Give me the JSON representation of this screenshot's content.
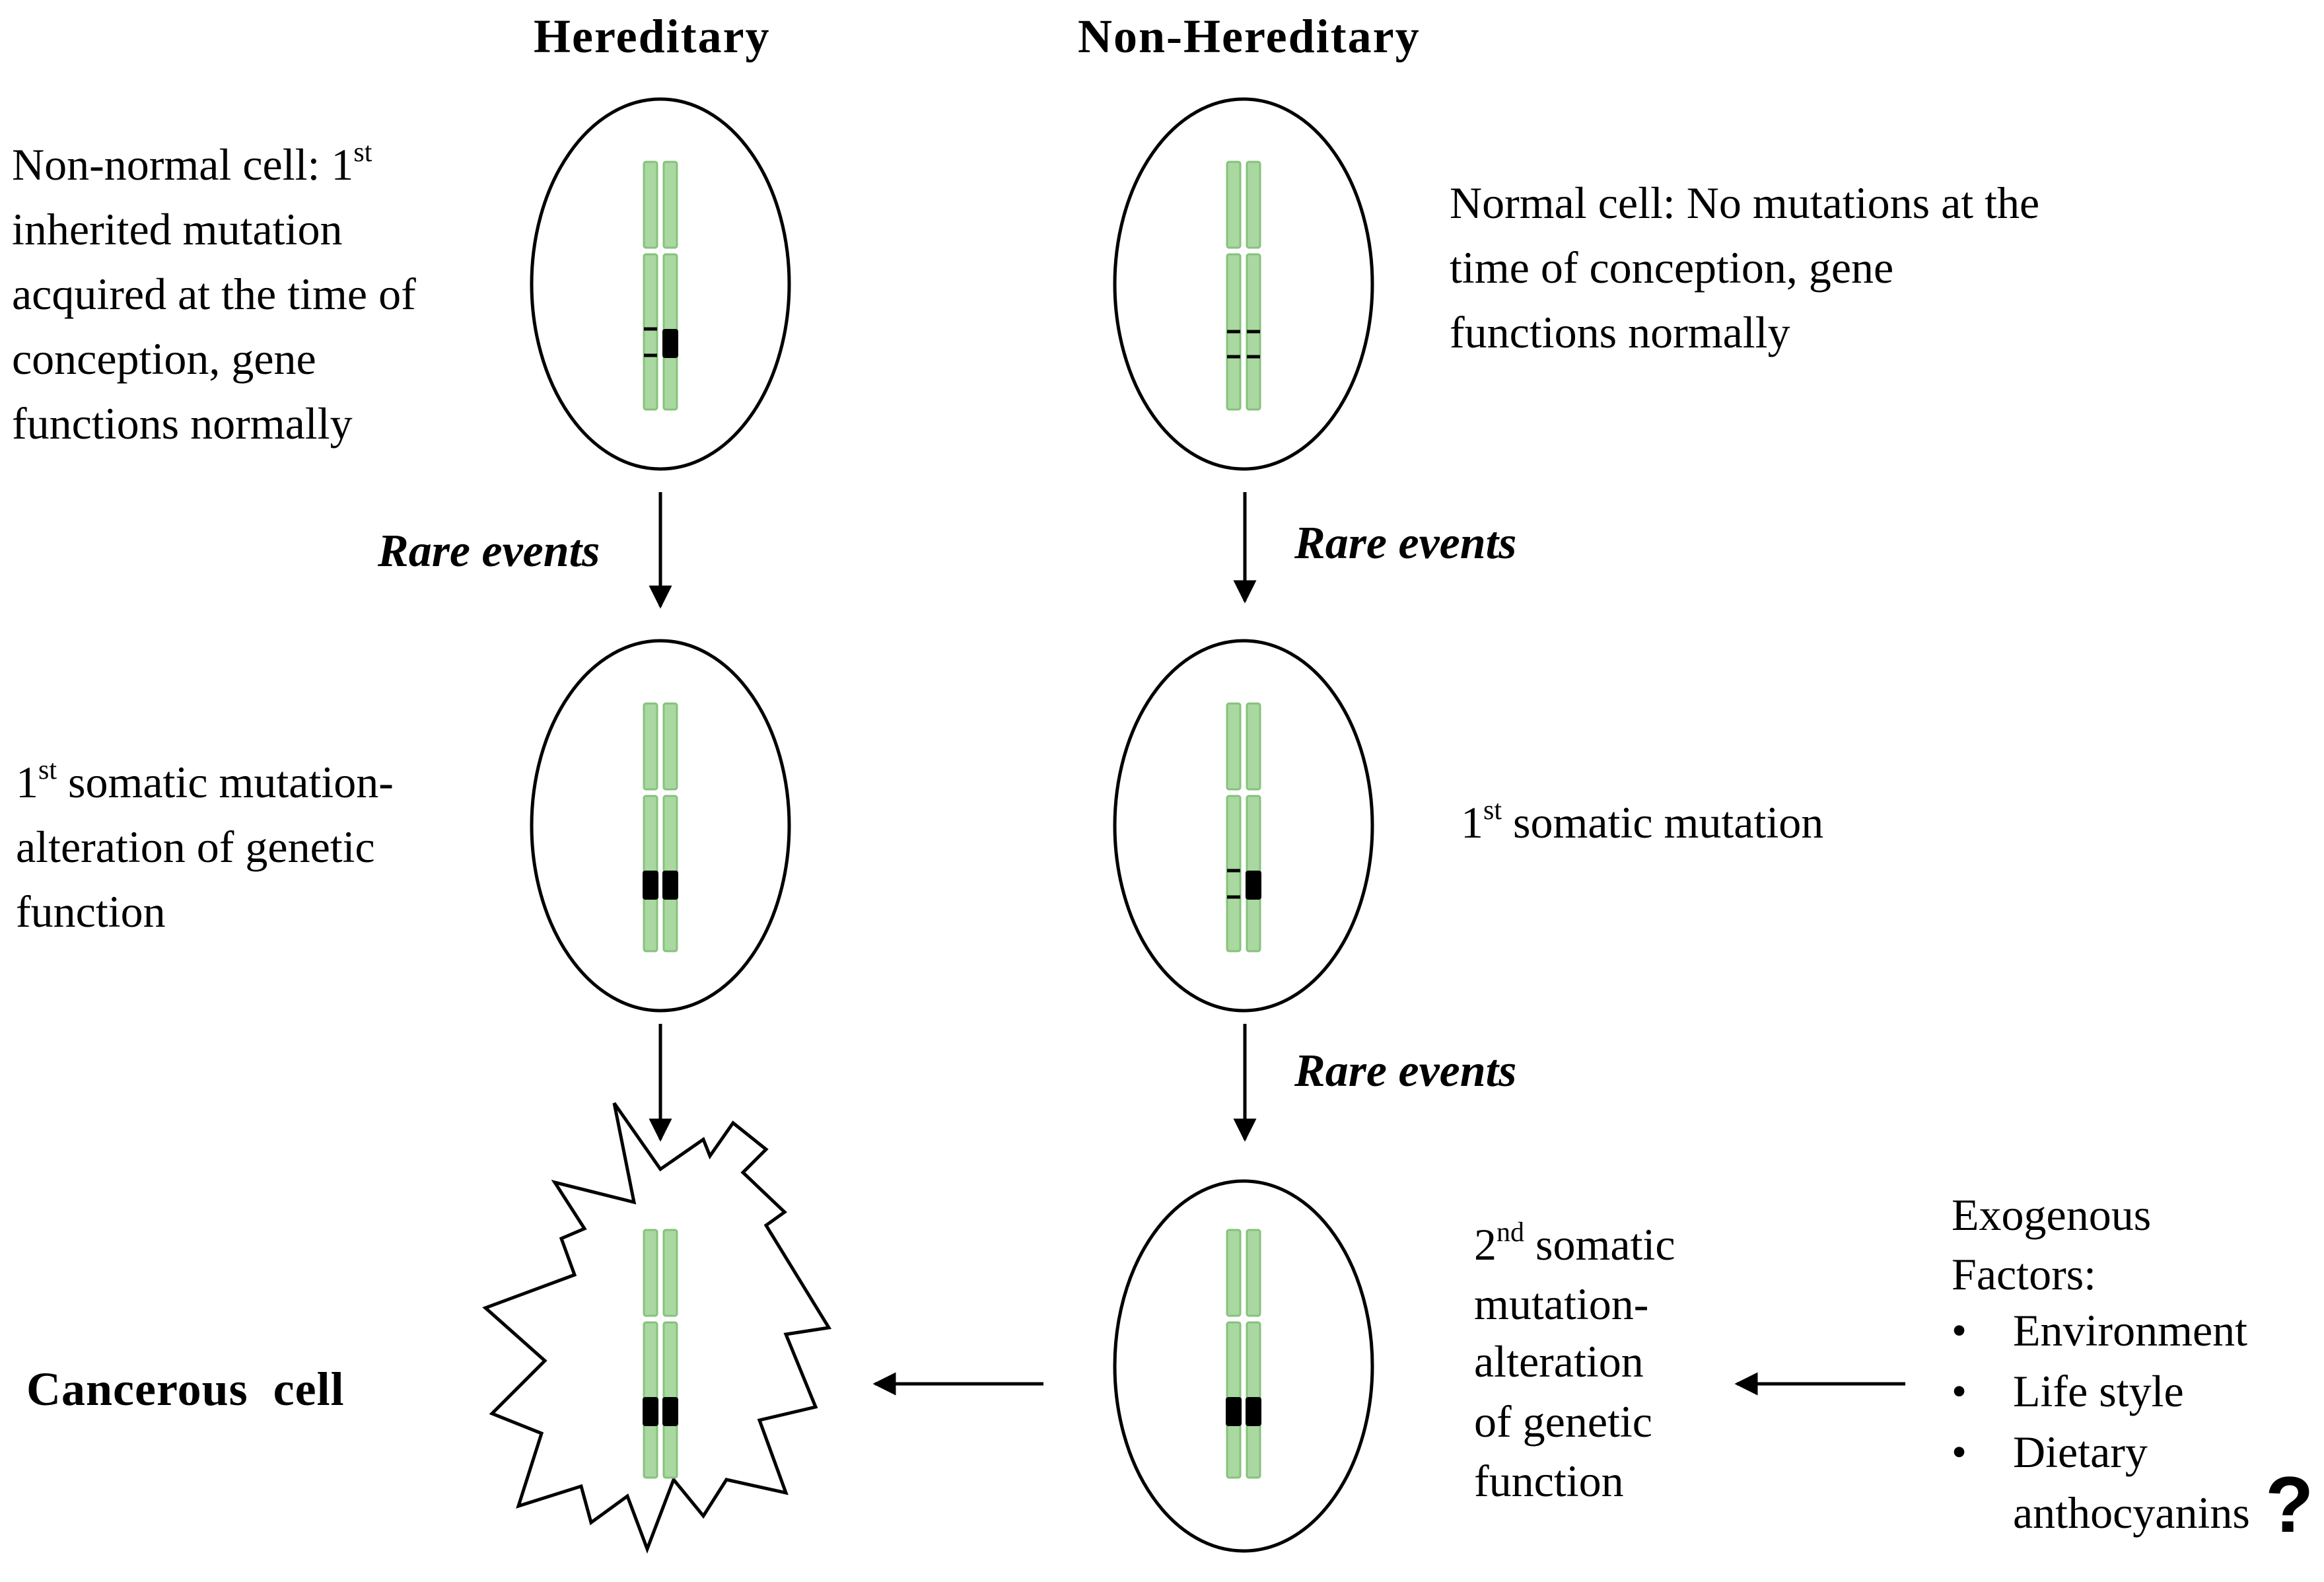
{
  "headers": {
    "left": "Hereditary",
    "right": "Non-Hereditary"
  },
  "rare_events": "Rare events",
  "labels": {
    "he_cell1": {
      "l1_a": "Non-normal cell: 1",
      "l1_sup": "st",
      "l2": "inherited mutation",
      "l3": "acquired at the time of",
      "l4": "conception, gene",
      "l5": "functions normally"
    },
    "nh_cell1": {
      "l1": "Normal cell: No mutations at the",
      "l2": "time of conception, gene",
      "l3": "functions normally"
    },
    "he_cell2": {
      "l1_a": "1",
      "l1_sup": "st",
      "l1_b": " somatic mutation-",
      "l2": "alteration of genetic",
      "l3": "function"
    },
    "nh_cell2": {
      "l1_a": "1",
      "l1_sup": "st",
      "l1_b": " somatic mutation"
    },
    "nh_cell3": {
      "l1_a": "2",
      "l1_sup": "nd",
      "l1_b": " somatic",
      "l2": "mutation-",
      "l3": "alteration",
      "l4": "of genetic",
      "l5": "function"
    },
    "cancerous": "Cancerous  cell",
    "exogenous": {
      "title1": "Exogenous",
      "title2": "Factors:",
      "bullet": "•",
      "items": [
        "Environment",
        "Life style",
        "Dietary",
        "anthocyanins"
      ],
      "question": "?"
    }
  },
  "colors": {
    "chromosome_fill": "#a9d8a0",
    "chromosome_stroke": "#86c27c",
    "line": "#000000"
  }
}
